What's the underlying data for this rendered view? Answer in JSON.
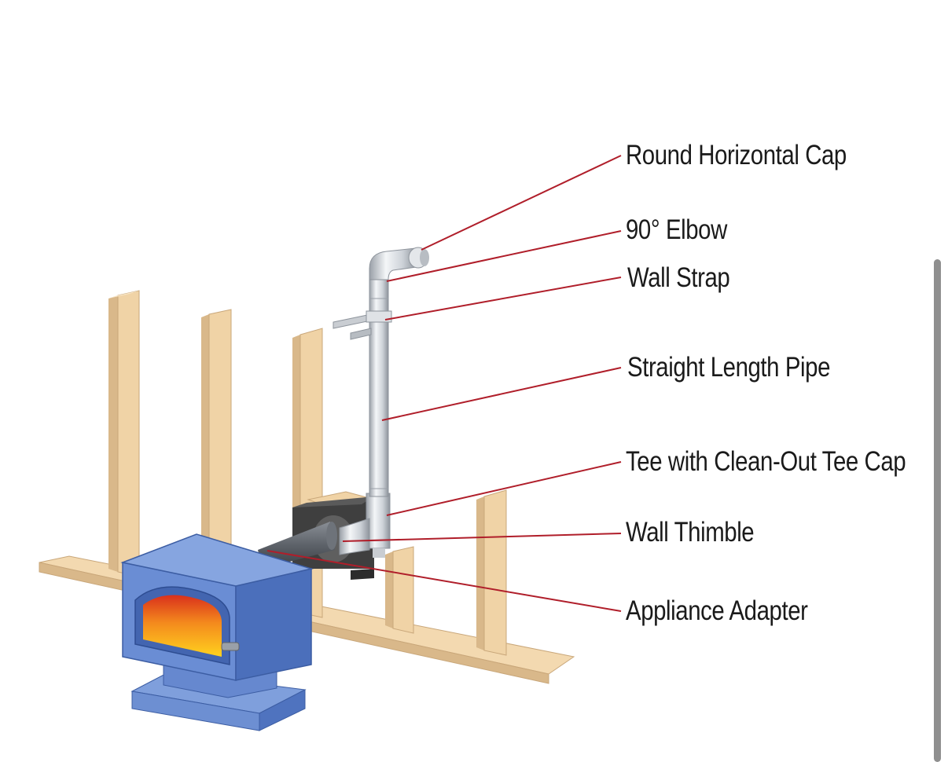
{
  "labels": {
    "round_horizontal_cap": "Round Horizontal Cap",
    "elbow_90": "90° Elbow",
    "wall_strap": "Wall Strap",
    "straight_length_pipe": "Straight Length Pipe",
    "tee_clean_out": "Tee with Clean-Out Tee Cap",
    "wall_thimble": "Wall Thimble",
    "appliance_adapter": "Appliance Adapter"
  },
  "colors": {
    "leader_line": "#b01e2a",
    "stove_body": "#5b86d0",
    "wood_framing": "#f0d3a6",
    "pipe": "#cfd3d8",
    "thimble": "#4a4a4a"
  }
}
